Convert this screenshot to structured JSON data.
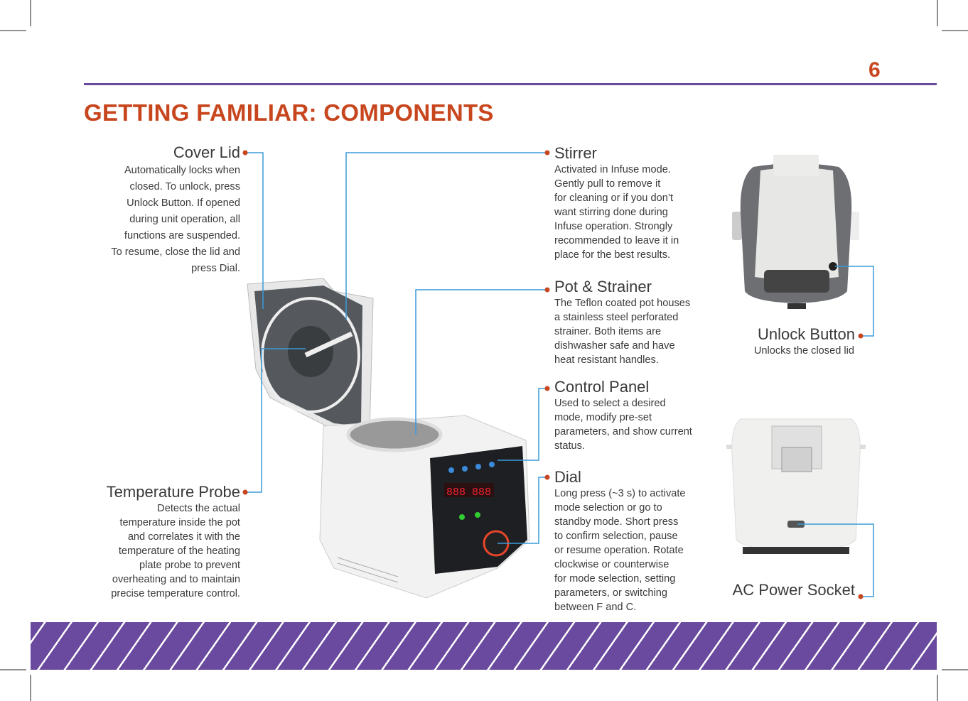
{
  "page_number": "6",
  "title": "GETTING FAMILIAR: COMPONENTS",
  "colors": {
    "accent": "#c8461e",
    "purple": "#6a4a9e",
    "leader": "#3a9ad9"
  },
  "components": {
    "cover_lid": {
      "title": "Cover Lid",
      "lines": [
        "Automatically locks when",
        "closed. To unlock, press",
        "Unlock Button. If opened",
        "during unit operation, all",
        "functions are suspended.",
        "To resume, close the lid and",
        "press Dial."
      ]
    },
    "temperature_probe": {
      "title": "Temperature Probe",
      "lines": [
        "Detects the actual",
        "temperature inside the pot",
        "and correlates it with the",
        "temperature of the heating",
        "plate probe to prevent",
        "overheating and to maintain",
        "precise temperature control."
      ]
    },
    "stirrer": {
      "title": "Stirrer",
      "lines": [
        "Activated in Infuse mode.",
        "Gently pull to remove it",
        "for cleaning or if you don’t",
        "want stirring done during",
        "Infuse operation. Strongly",
        "recommended to leave it in",
        "place for the best results."
      ]
    },
    "pot_strainer": {
      "title": "Pot & Strainer",
      "lines": [
        "The Teflon coated pot houses",
        "a stainless steel perforated",
        "strainer. Both items are",
        "dishwasher safe and have",
        "heat resistant handles."
      ]
    },
    "control_panel": {
      "title": "Control Panel",
      "lines": [
        "Used to select a desired",
        "mode, modify pre-set",
        "parameters, and show current",
        "status."
      ]
    },
    "dial": {
      "title": "Dial",
      "lines": [
        "Long press (~3 s) to activate",
        "mode selection or go to",
        "standby mode. Short press",
        "to confirm selection, pause",
        "or resume operation. Rotate",
        "clockwise or counterwise",
        "for mode selection, setting",
        "parameters, or switching",
        "between  F and  C."
      ]
    },
    "unlock_button": {
      "title": "Unlock Button",
      "lines": [
        "Unlocks the closed lid"
      ]
    },
    "ac_power_socket": {
      "title": "AC Power Socket",
      "lines": []
    }
  }
}
